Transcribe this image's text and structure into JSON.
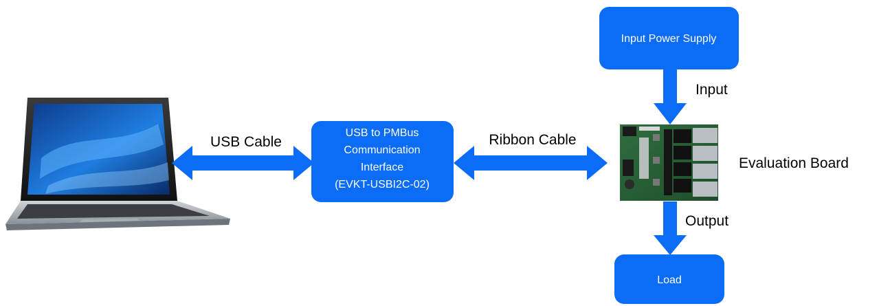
{
  "colors": {
    "box": "#0a6cf7",
    "arrow": "#0a6cf7",
    "text_on_box": "#ffffff",
    "label_text": "#000000"
  },
  "nodes": {
    "power_supply": "Input Power Supply",
    "interface": [
      "USB to PMBus",
      "Communication",
      "Interface",
      "(EVKT-USBI2C-02)"
    ],
    "load": "Load"
  },
  "labels": {
    "usb_cable": "USB Cable",
    "ribbon_cable": "Ribbon Cable",
    "input": "Input",
    "output": "Output",
    "evaluation_board": "Evaluation Board"
  },
  "images": {
    "laptop": "laptop-computer",
    "board": "evaluation-board-photo"
  }
}
